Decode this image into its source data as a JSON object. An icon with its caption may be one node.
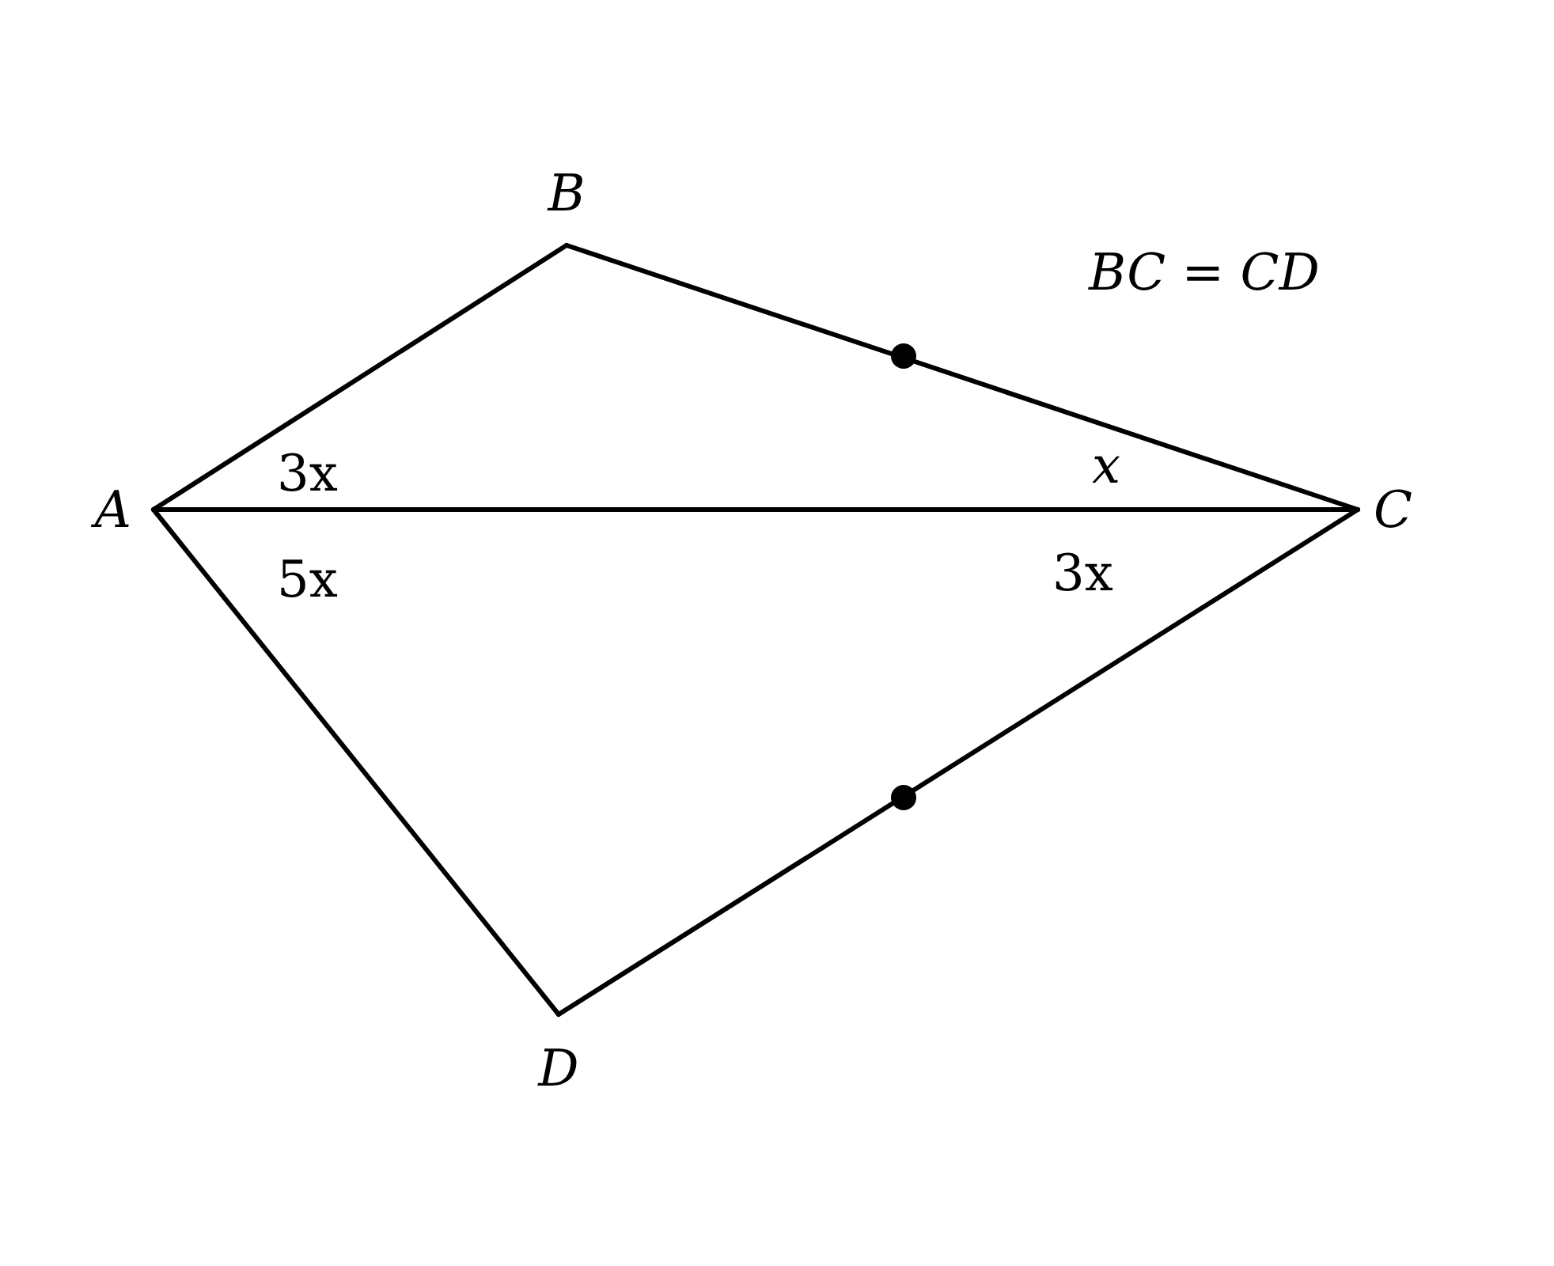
{
  "diagram": {
    "nodes": [
      {
        "text": [
          "A"
        ]
      },
      {
        "text": [
          "B"
        ]
      },
      {
        "text": [
          "C"
        ]
      },
      {
        "text": [
          "D"
        ]
      }
    ],
    "edges": [
      {
        "from": 0,
        "to": 1,
        "arrow": "none"
      },
      {
        "from": 1,
        "to": 2,
        "arrow": "none"
      },
      {
        "from": 2,
        "to": 3,
        "arrow": "none"
      },
      {
        "from": 3,
        "to": 0,
        "arrow": "none"
      },
      {
        "from": 0,
        "to": 2,
        "arrow": "none"
      }
    ],
    "labels": [
      "*BC* = *CD*",
      "3x",
      "x",
      "5x",
      "3x"
    ]
  }
}
